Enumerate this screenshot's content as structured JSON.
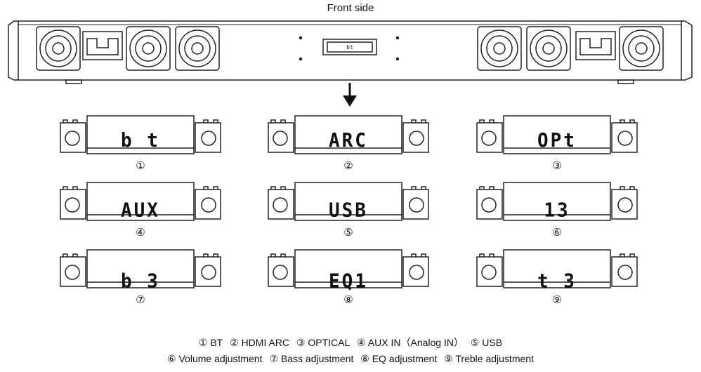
{
  "header": {
    "title": "Front side"
  },
  "soundbar": {
    "display_text": "bt"
  },
  "modes": [
    {
      "index": "①",
      "display": "b t"
    },
    {
      "index": "②",
      "display": "ARC"
    },
    {
      "index": "③",
      "display": "OPt"
    },
    {
      "index": "④",
      "display": "AUX"
    },
    {
      "index": "⑤",
      "display": "USB"
    },
    {
      "index": "⑥",
      "display": "13"
    },
    {
      "index": "⑦",
      "display": "b 3"
    },
    {
      "index": "⑧",
      "display": "EQ1"
    },
    {
      "index": "⑨",
      "display": "t 3"
    }
  ],
  "legend": {
    "line1": [
      "① BT",
      "② HDMI ARC",
      "③ OPTICAL",
      "④ AUX IN（Analog IN）",
      "⑤ USB"
    ],
    "line2": [
      "⑥ Volume adjustment",
      "⑦ Bass adjustment",
      "⑧ EQ adjustment",
      "⑨ Treble adjustment"
    ]
  }
}
